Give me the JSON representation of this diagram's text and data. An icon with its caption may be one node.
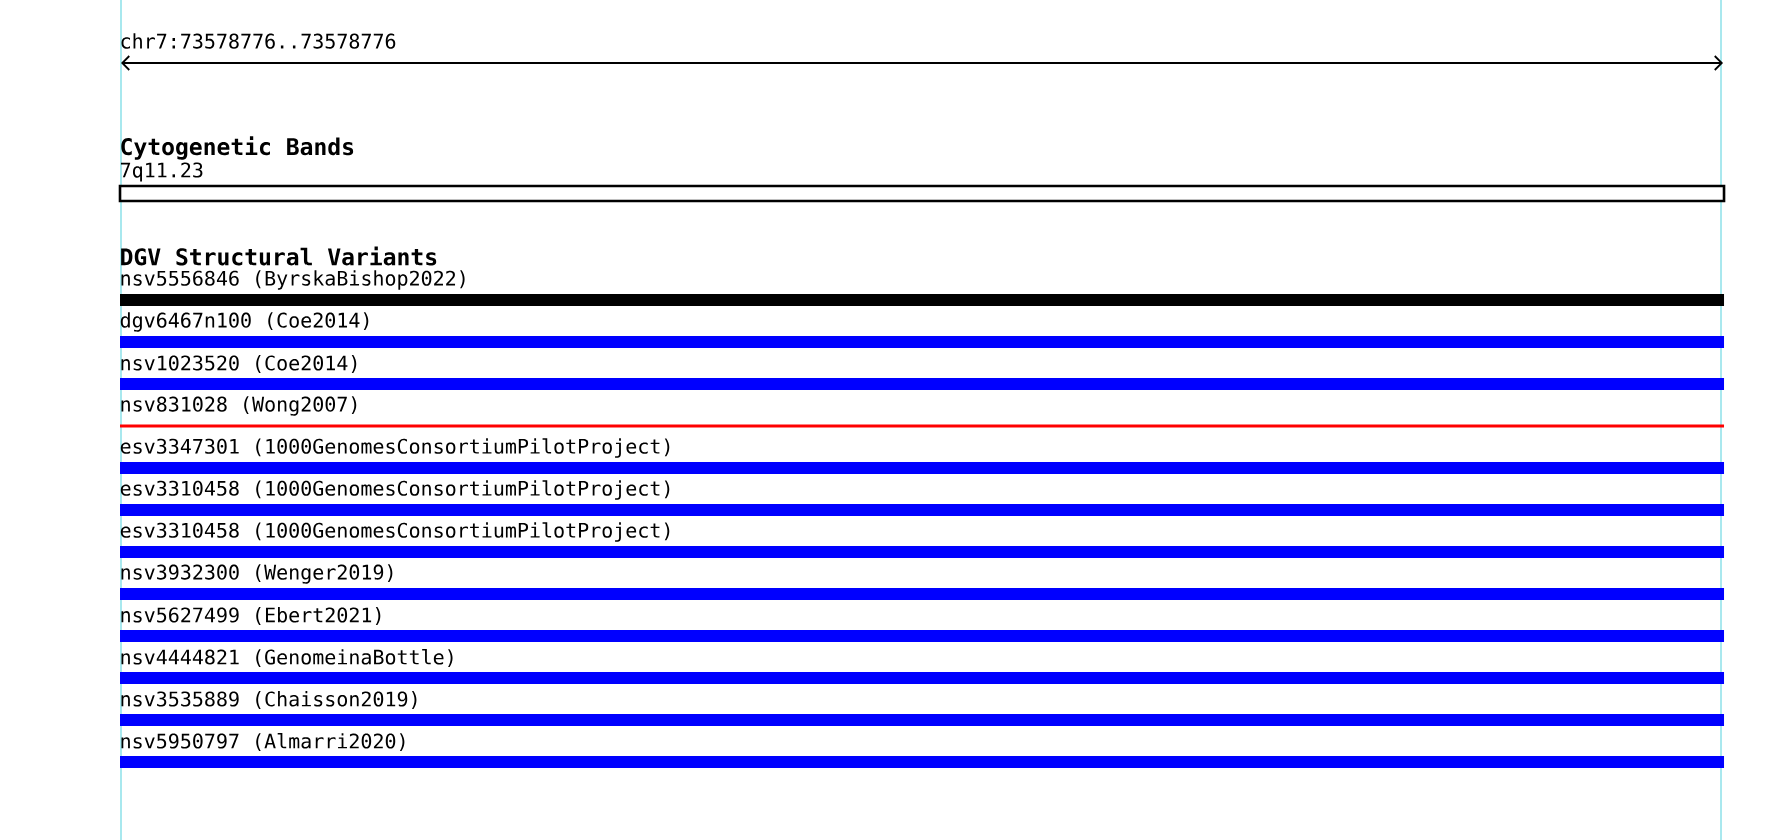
{
  "diagram": {
    "nodes": [
      {
        "text": [],
        "shape": "box",
        "beside": [
          "7q11.23"
        ]
      },
      {
        "text": [],
        "shape": "bar",
        "beside": [
          "nsv5556846 (ByrskaBishop2022)"
        ]
      },
      {
        "text": [],
        "shape": "bar",
        "beside": [
          "dgv6467n100 (Coe2014)"
        ]
      },
      {
        "text": [],
        "shape": "bar",
        "beside": [
          "nsv1023520 (Coe2014)"
        ]
      },
      {
        "text": [],
        "shape": "bar",
        "beside": [
          "nsv831028 (Wong2007)"
        ]
      },
      {
        "text": [],
        "shape": "bar",
        "beside": [
          "esv3347301 (1000GenomesConsortiumPilotProject)"
        ]
      },
      {
        "text": [],
        "shape": "bar",
        "beside": [
          "esv3310458 (1000GenomesConsortiumPilotProject)"
        ]
      },
      {
        "text": [],
        "shape": "bar",
        "beside": [
          "esv3310458 (1000GenomesConsortiumPilotProject)"
        ]
      },
      {
        "text": [],
        "shape": "bar",
        "beside": [
          "nsv3932300 (Wenger2019)"
        ]
      },
      {
        "text": [],
        "shape": "bar",
        "beside": [
          "nsv5627499 (Ebert2021)"
        ]
      },
      {
        "text": [],
        "shape": "bar",
        "beside": [
          "nsv4444821 (GenomeinaBottle)"
        ]
      },
      {
        "text": [],
        "shape": "bar",
        "beside": [
          "nsv3535889 (Chaisson2019)"
        ]
      },
      {
        "text": [],
        "shape": "bar",
        "beside": [
          "nsv5950797 (Almarri2020)"
        ]
      }
    ],
    "labels": [
      "chr7:73578776..73578776",
      "Cytogenetic Bands",
      "DGV Structural Variants"
    ]
  }
}
